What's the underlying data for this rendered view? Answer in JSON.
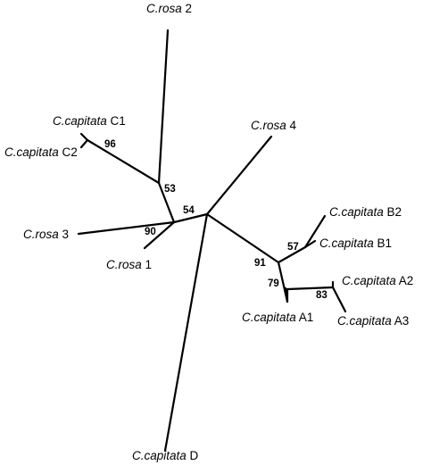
{
  "tree": {
    "taxa": [
      {
        "id": "crosa2",
        "genus": "C.rosa",
        "suffix": " 2"
      },
      {
        "id": "ccapC1",
        "genus": "C.capitata",
        "suffix": " C1"
      },
      {
        "id": "ccapC2",
        "genus": "C.capitata",
        "suffix": " C2"
      },
      {
        "id": "crosa4",
        "genus": "C.rosa",
        "suffix": " 4"
      },
      {
        "id": "ccapB2",
        "genus": "C.capitata",
        "suffix": " B2"
      },
      {
        "id": "crosa3",
        "genus": "C.rosa",
        "suffix": " 3"
      },
      {
        "id": "ccapB1",
        "genus": "C.capitata",
        "suffix": " B1"
      },
      {
        "id": "crosa1",
        "genus": "C.rosa",
        "suffix": " 1"
      },
      {
        "id": "ccapA2",
        "genus": "C.capitata",
        "suffix": " A2"
      },
      {
        "id": "ccapA1",
        "genus": "C.capitata",
        "suffix": " A1"
      },
      {
        "id": "ccapA3",
        "genus": "C.capitata",
        "suffix": " A3"
      },
      {
        "id": "ccapD",
        "genus": "C.capitata",
        "suffix": " D"
      }
    ],
    "support_values": [
      {
        "id": "n96",
        "value": "96"
      },
      {
        "id": "n53",
        "value": "53"
      },
      {
        "id": "n54",
        "value": "54"
      },
      {
        "id": "n90",
        "value": "90"
      },
      {
        "id": "n57",
        "value": "57"
      },
      {
        "id": "n91",
        "value": "91"
      },
      {
        "id": "n79",
        "value": "79"
      },
      {
        "id": "n83",
        "value": "83"
      }
    ]
  }
}
